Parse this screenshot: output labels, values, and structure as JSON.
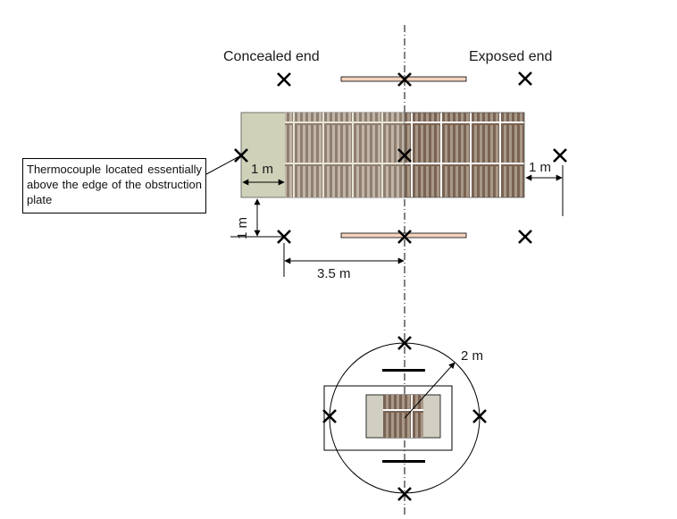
{
  "labels": {
    "concealed_end": "Concealed end",
    "exposed_end": "Exposed end",
    "dim_1m_left": "1 m",
    "dim_1m_right": "1 m",
    "dim_1m_vertical": "1 m",
    "dim_3_5m": "3.5 m",
    "dim_2m_radius": "2 m"
  },
  "callout": {
    "text": "Thermocouple located essentially above the edge of the obstruction plate"
  },
  "colors": {
    "line": "#000000",
    "obstruction_plate": "#f2d3bd",
    "concealed_fill": "#cfd1b9",
    "pallet_dark": "#6e5848",
    "pallet_light": "#a09080"
  }
}
